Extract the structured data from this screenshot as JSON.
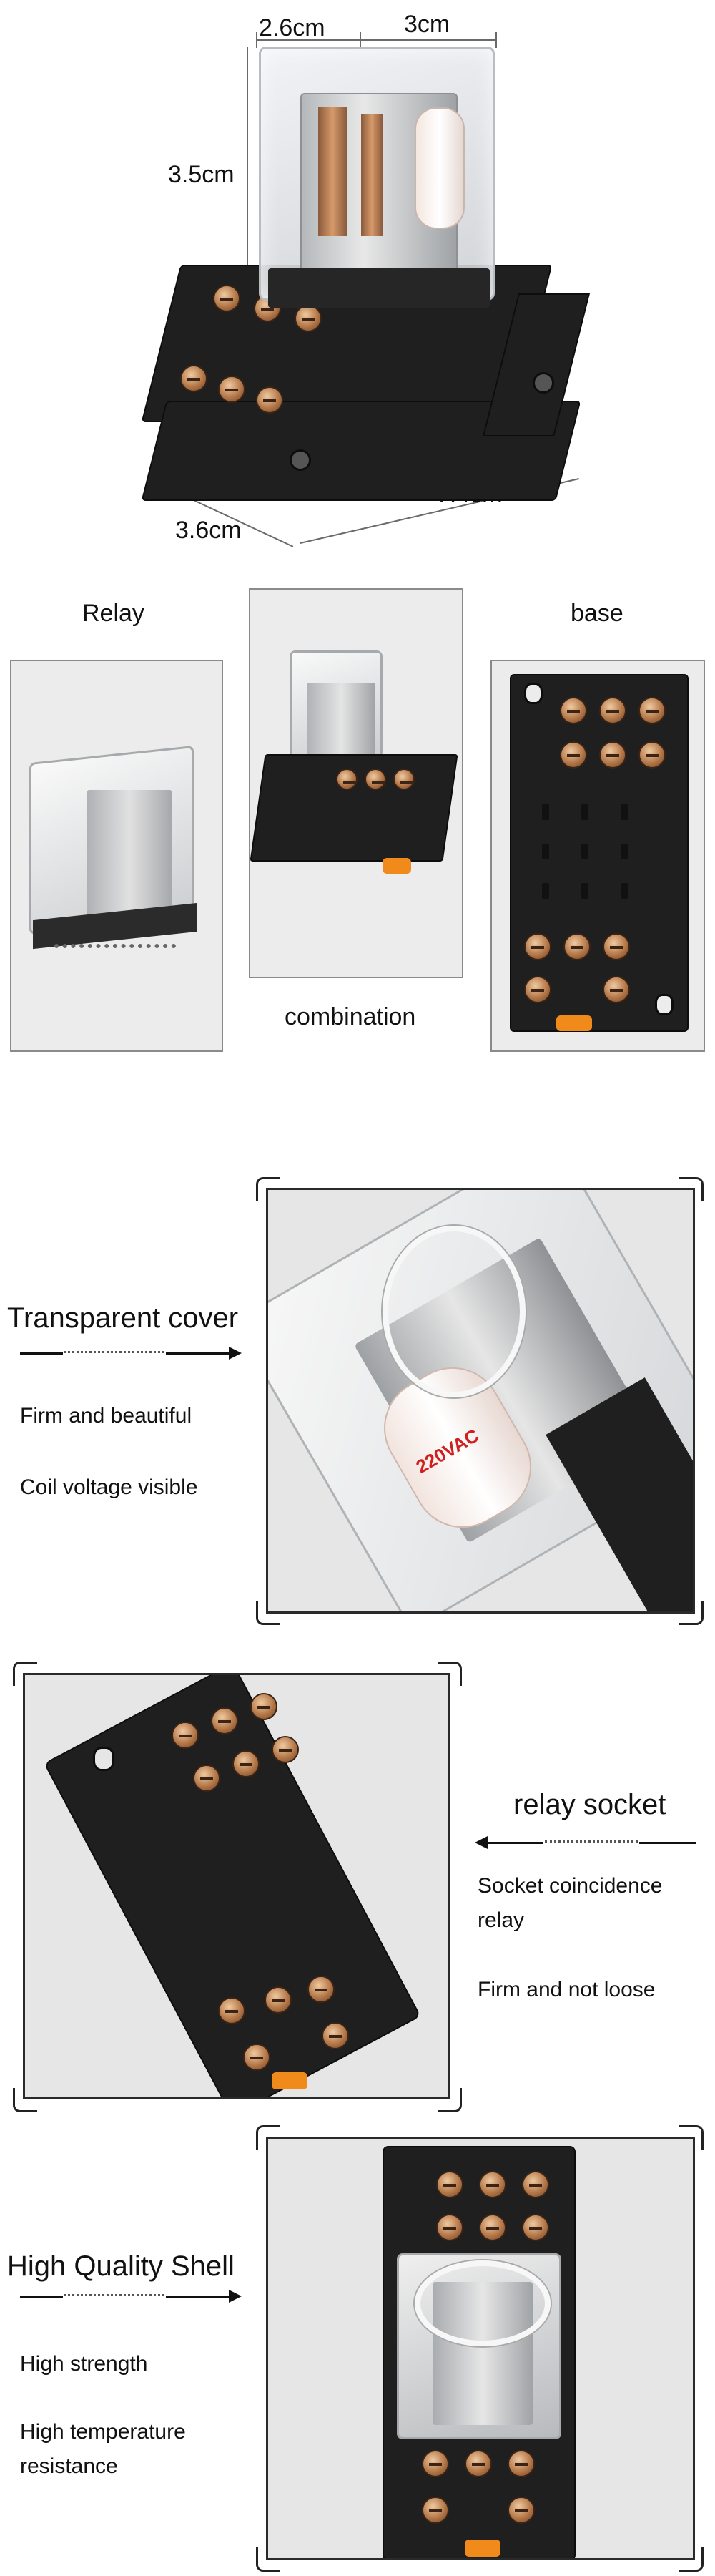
{
  "dimensions": {
    "width_top": "2.6cm",
    "depth_top": "3cm",
    "height": "3.5cm",
    "base_length": "7.4cm",
    "base_width": "3.6cm"
  },
  "panels": {
    "relay_label": "Relay",
    "base_label": "base",
    "combination_label": "combination"
  },
  "features": [
    {
      "title": "Transparent cover",
      "points": [
        "Firm and beautiful",
        "Coil voltage visible"
      ]
    },
    {
      "title": "relay socket",
      "points": [
        "Socket coincidence relay",
        "Firm and not loose"
      ]
    },
    {
      "title": "High Quality Shell",
      "points": [
        "High strength",
        "High temperature resistance"
      ]
    }
  ],
  "product_marking": "220VAC"
}
